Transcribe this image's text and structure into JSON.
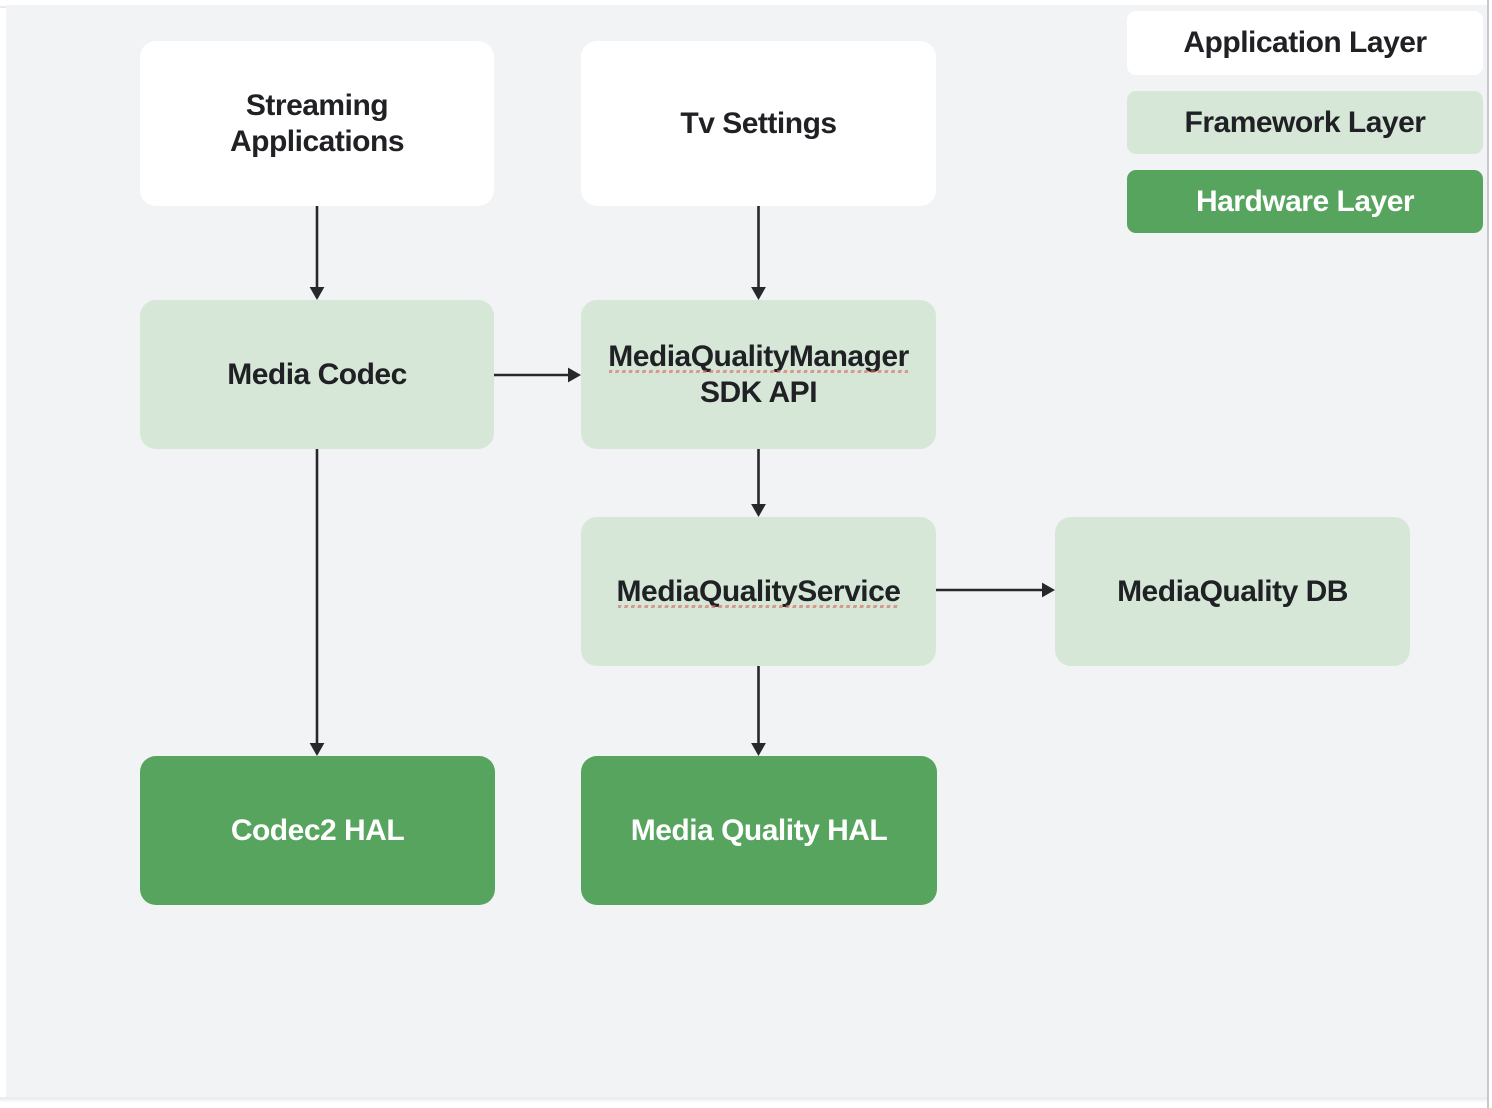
{
  "palette": {
    "page_background": "#ffffff",
    "canvas_background": "#f1f3f4",
    "node_white": "#ffffff",
    "node_light_green": "#d6e7d8",
    "node_dark_green": "#56a45d",
    "text_dark": "#202124",
    "text_light": "#ffffff",
    "arrow": "#26282b",
    "spellcheck_red": "#d9695c",
    "right_divider": "#c6c9cb",
    "bottom_edge": "#e9ebec"
  },
  "nodes": {
    "streaming_applications": {
      "lines": [
        "Streaming",
        "Applications"
      ],
      "layer": "application"
    },
    "tv_settings": {
      "lines": [
        "Tv Settings"
      ],
      "layer": "application"
    },
    "media_codec": {
      "lines": [
        "Media Codec"
      ],
      "layer": "framework"
    },
    "media_quality_manager": {
      "lines": [
        "MediaQualityManager",
        "SDK API"
      ],
      "layer": "framework",
      "spellcheck_flagged": "MediaQualityManager"
    },
    "media_quality_service": {
      "lines": [
        "MediaQualityService"
      ],
      "layer": "framework",
      "spellcheck_flagged": "MediaQualityService"
    },
    "media_quality_db": {
      "lines": [
        "MediaQuality DB"
      ],
      "layer": "framework"
    },
    "codec2_hal": {
      "lines": [
        "Codec2 HAL"
      ],
      "layer": "hardware"
    },
    "media_quality_hal": {
      "lines": [
        "Media Quality HAL"
      ],
      "layer": "hardware"
    }
  },
  "edges": [
    {
      "from": "Streaming Applications",
      "to": "Media Codec",
      "direction": "down"
    },
    {
      "from": "Tv Settings",
      "to": "MediaQualityManager SDK API",
      "direction": "down"
    },
    {
      "from": "Media Codec",
      "to": "MediaQualityManager SDK API",
      "direction": "right"
    },
    {
      "from": "MediaQualityManager SDK API",
      "to": "MediaQualityService",
      "direction": "down"
    },
    {
      "from": "Media Codec",
      "to": "Codec2 HAL",
      "direction": "down"
    },
    {
      "from": "MediaQualityService",
      "to": "MediaQuality DB",
      "direction": "right"
    },
    {
      "from": "MediaQualityService",
      "to": "Media Quality HAL",
      "direction": "down"
    }
  ],
  "legend": {
    "items": [
      {
        "label": "Application Layer",
        "style": "white"
      },
      {
        "label": "Framework Layer",
        "style": "light-green"
      },
      {
        "label": "Hardware Layer",
        "style": "dark-green"
      }
    ]
  }
}
